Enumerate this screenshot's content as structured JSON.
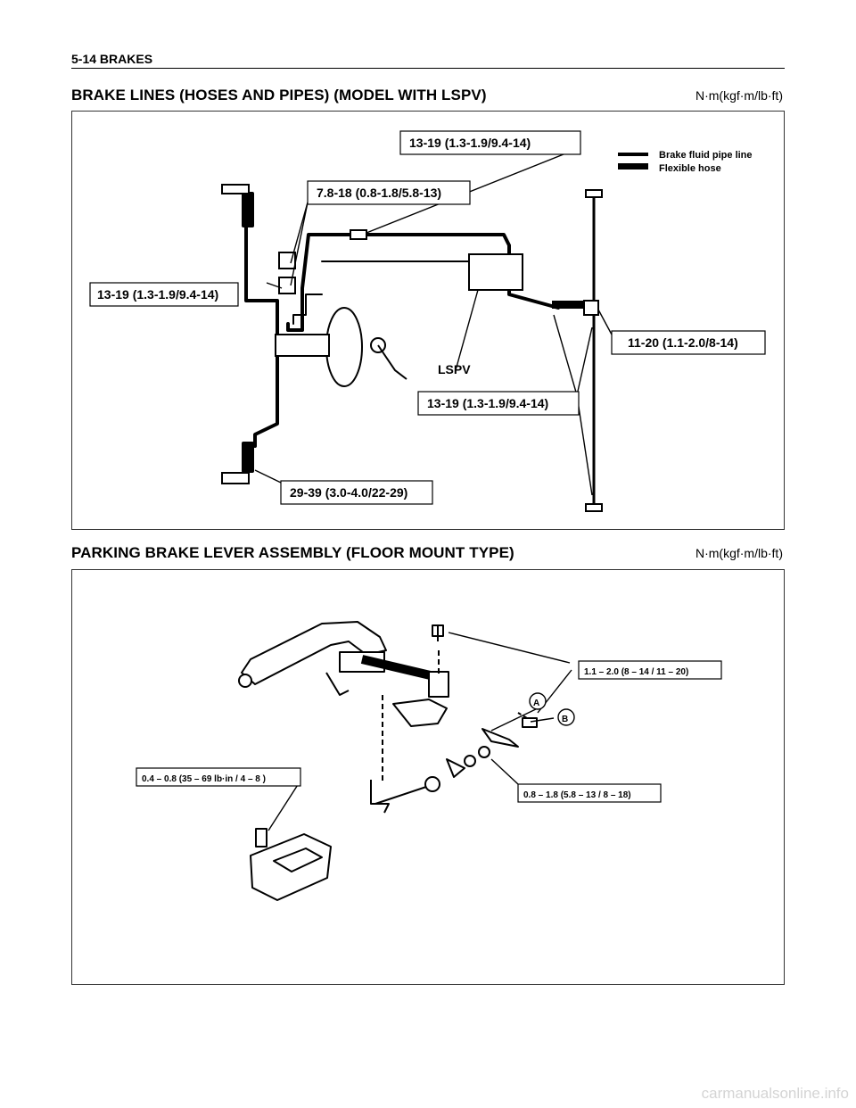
{
  "header": {
    "section": "5-14  BRAKES"
  },
  "sections": [
    {
      "title": "BRAKE LINES (HOSES AND PIPES) (MODEL WITH LSPV)",
      "unit": "N·m(kgf·m/lb·ft)",
      "legend": {
        "pipe": "Brake fluid pipe line",
        "hose": "Flexible hose"
      },
      "callouts": [
        "13-19 (1.3-1.9/9.4-14)",
        "7.8-18 (0.8-1.8/5.8-13)",
        "13-19 (1.3-1.9/9.4-14)",
        "11-20 (1.1-2.0/8-14)",
        "13-19 (1.3-1.9/9.4-14)",
        "29-39 (3.0-4.0/22-29)"
      ],
      "part_labels": {
        "lspv": "LSPV"
      }
    },
    {
      "title": "PARKING BRAKE LEVER ASSEMBLY (FLOOR MOUNT TYPE)",
      "unit": "N·m(kgf·m/lb·ft)",
      "callouts": [
        "1.1 – 2.0 (8 – 14 / 11 – 20)",
        "0.4 – 0.8 (35 – 69 lb·in / 4 – 8 )",
        "0.8 – 1.8 (5.8 – 13 / 8 – 18)"
      ],
      "markers": [
        "A",
        "B"
      ]
    }
  ],
  "watermark": "carmanualsonline.info"
}
